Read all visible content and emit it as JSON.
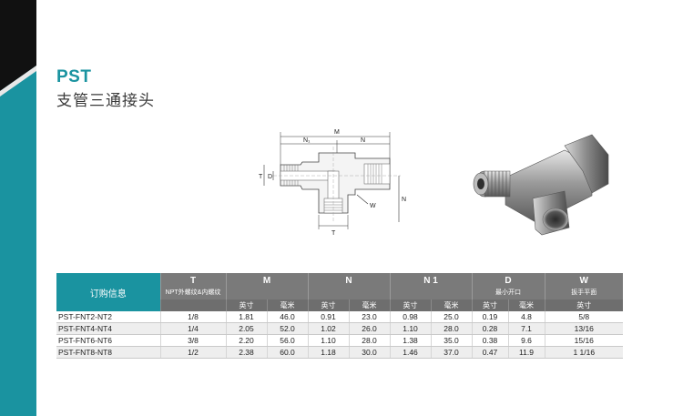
{
  "header": {
    "title": "PST",
    "subtitle": "支管三通接头"
  },
  "diagram": {
    "labels": {
      "M": "M",
      "N1": "N₁",
      "N": "N",
      "T_left": "T",
      "D": "D",
      "W": "W",
      "N_right": "N",
      "T_bottom": "T"
    }
  },
  "table": {
    "order_header": "订购信息",
    "columns": [
      {
        "key": "T",
        "label": "T",
        "sub": "NPT外螺纹&内螺纹"
      },
      {
        "key": "M",
        "label": "M",
        "sub": ""
      },
      {
        "key": "N",
        "label": "N",
        "sub": ""
      },
      {
        "key": "N1",
        "label": "N 1",
        "sub": ""
      },
      {
        "key": "D",
        "label": "D",
        "sub": "最小开口"
      },
      {
        "key": "W",
        "label": "W",
        "sub": "扳手平面"
      }
    ],
    "unit_inch": "英寸",
    "unit_mm": "毫米",
    "rows": [
      {
        "part": "PST-FNT2-NT2",
        "t": "1/8",
        "m_in": "1.81",
        "m_mm": "46.0",
        "n_in": "0.91",
        "n_mm": "23.0",
        "n1_in": "0.98",
        "n1_mm": "25.0",
        "d_in": "0.19",
        "d_mm": "4.8",
        "w": "5/8"
      },
      {
        "part": "PST-FNT4-NT4",
        "t": "1/4",
        "m_in": "2.05",
        "m_mm": "52.0",
        "n_in": "1.02",
        "n_mm": "26.0",
        "n1_in": "1.10",
        "n1_mm": "28.0",
        "d_in": "0.28",
        "d_mm": "7.1",
        "w": "13/16"
      },
      {
        "part": "PST-FNT6-NT6",
        "t": "3/8",
        "m_in": "2.20",
        "m_mm": "56.0",
        "n_in": "1.10",
        "n_mm": "28.0",
        "n1_in": "1.38",
        "n1_mm": "35.0",
        "d_in": "0.38",
        "d_mm": "9.6",
        "w": "15/16"
      },
      {
        "part": "PST-FNT8-NT8",
        "t": "1/2",
        "m_in": "2.38",
        "m_mm": "60.0",
        "n_in": "1.18",
        "n_mm": "30.0",
        "n1_in": "1.46",
        "n1_mm": "37.0",
        "d_in": "0.47",
        "d_mm": "11.9",
        "w": "1 1/16"
      }
    ]
  },
  "colors": {
    "accent": "#1a93a0",
    "band_dark": "#111111",
    "header_gray": "#7a7a7a"
  }
}
